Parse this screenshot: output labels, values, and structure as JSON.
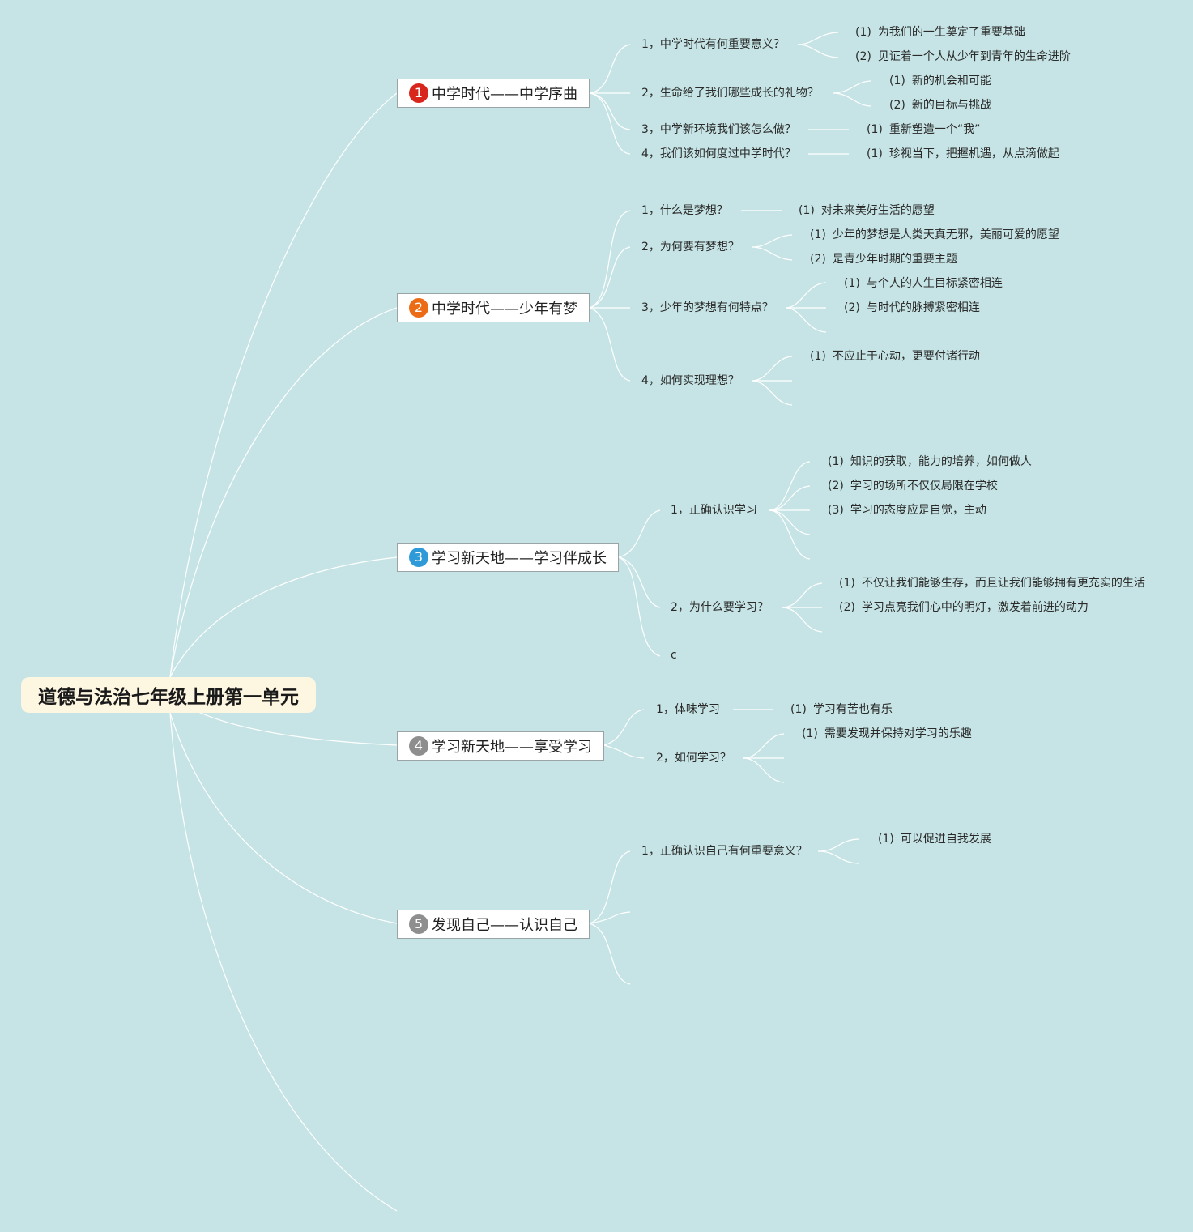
{
  "root": {
    "label": "道德与法治七年级上册第一单元"
  },
  "topics": [
    {
      "num": "1",
      "label": "中学时代——中学序曲"
    },
    {
      "num": "2",
      "label": "中学时代——少年有梦"
    },
    {
      "num": "3",
      "label": "学习新天地——学习伴成长"
    },
    {
      "num": "4",
      "label": "学习新天地——享受学习"
    },
    {
      "num": "5",
      "label": "发现自己——认识自己"
    }
  ],
  "subs": {
    "t1": [
      "1，中学时代有何重要意义？",
      "2，生命给了我们哪些成长的礼物？",
      "3，中学新环境我们该怎么做？",
      "4，我们该如何度过中学时代？"
    ],
    "t2": [
      "1，什么是梦想？",
      "2，为何要有梦想？",
      "3，少年的梦想有何特点？",
      "4，如何实现理想？"
    ],
    "t3": [
      "1，正确认识学习",
      "2，为什么要学习？",
      "c"
    ],
    "t4": [
      "1，体味学习",
      "2，如何学习？"
    ],
    "t5": [
      "1，正确认识自己有何重要意义？"
    ]
  },
  "leaves": {
    "t1s1": [
      {
        "n": "(1)",
        "t": "为我们的一生奠定了重要基础"
      },
      {
        "n": "(2)",
        "t": "见证着一个人从少年到青年的生命进阶"
      }
    ],
    "t1s2": [
      {
        "n": "(1)",
        "t": "新的机会和可能"
      },
      {
        "n": "(2)",
        "t": "新的目标与挑战"
      }
    ],
    "t1s3": [
      {
        "n": "(1)",
        "t": "重新塑造一个“我”"
      }
    ],
    "t1s4": [
      {
        "n": "(1)",
        "t": "珍视当下，把握机遇，从点滴做起"
      }
    ],
    "t2s1": [
      {
        "n": "(1)",
        "t": "对未来美好生活的愿望"
      }
    ],
    "t2s2": [
      {
        "n": "(1)",
        "t": "少年的梦想是人类天真无邪，美丽可爱的愿望"
      },
      {
        "n": "(2)",
        "t": "是青少年时期的重要主题"
      }
    ],
    "t2s3": [
      {
        "n": "(1)",
        "t": "与个人的人生目标紧密相连"
      },
      {
        "n": "(2)",
        "t": "与时代的脉搏紧密相连"
      }
    ],
    "t2s4": [
      {
        "n": "(1)",
        "t": "不应止于心动，更要付诸行动"
      }
    ],
    "t3s1": [
      {
        "n": "(1)",
        "t": "知识的获取，能力的培养，如何做人"
      },
      {
        "n": "(2)",
        "t": "学习的场所不仅仅局限在学校"
      },
      {
        "n": "(3)",
        "t": "学习的态度应是自觉，主动"
      }
    ],
    "t3s2": [
      {
        "n": "(1)",
        "t": "不仅让我们能够生存，而且让我们能够拥有更充实的生活"
      },
      {
        "n": "(2)",
        "t": "学习点亮我们心中的明灯，激发着前进的动力"
      }
    ],
    "t4s1": [
      {
        "n": "(1)",
        "t": "学习有苦也有乐"
      }
    ],
    "t4s2": [
      {
        "n": "(1)",
        "t": "需要发现并保持对学习的乐趣"
      }
    ],
    "t5s1": [
      {
        "n": "(1)",
        "t": "可以促进自我发展"
      }
    ]
  }
}
